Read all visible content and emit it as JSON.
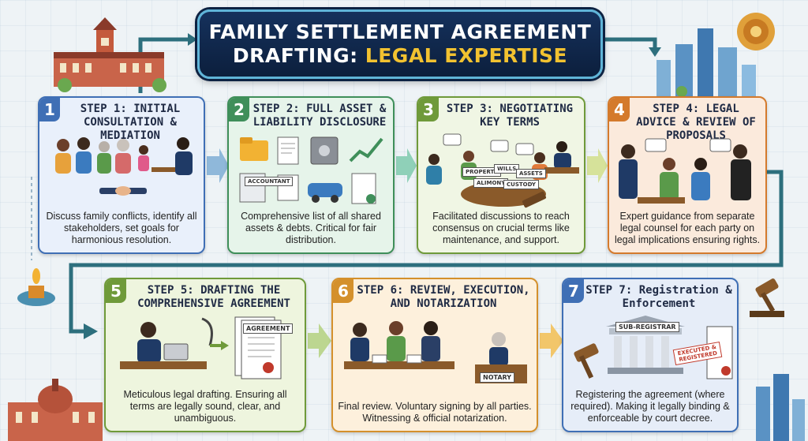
{
  "title": {
    "line1": "FAMILY SETTLEMENT AGREEMENT",
    "line2_white": "DRAFTING: ",
    "line2_gold": "LEGAL EXPERTISE"
  },
  "steps": [
    {
      "number": "1",
      "title": "STEP 1: INITIAL CONSULTATION & MEDIATION",
      "description": "Discuss family conflicts, identify all stakeholders, set goals for harmonious resolution."
    },
    {
      "number": "2",
      "title": "STEP 2: FULL ASSET & LIABILITY DISCLOSURE",
      "description": "Comprehensive list of all shared assets & debts. Critical for fair distribution."
    },
    {
      "number": "3",
      "title": "STEP 3: NEGOTIATING KEY TERMS",
      "description": "Facilitated discussions to reach consensus on crucial terms like maintenance, and support."
    },
    {
      "number": "4",
      "title": "STEP 4: LEGAL ADVICE & REVIEW OF PROPOSALS",
      "description": "Expert guidance from separate legal counsel for each party on legal implications ensuring rights."
    },
    {
      "number": "5",
      "title": "STEP 5: DRAFTING THE COMPREHENSIVE AGREEMENT",
      "description": "Meticulous legal drafting. Ensuring all terms are legally sound, clear, and unambiguous."
    },
    {
      "number": "6",
      "title": "STEP 6: REVIEW, EXECUTION, AND NOTARIZATION",
      "description": "Final review. Voluntary signing by all parties. Witnessing & official notarization."
    },
    {
      "number": "7",
      "title": "STEP 7: Registration & Enforcement",
      "description": "Registering the agreement (where required). Making it legally binding & enforceable by court decree."
    }
  ],
  "illustration_labels": {
    "accountant": "ACCOUNTANT",
    "property": "PROPERTY",
    "wills": "WILLS",
    "assets": "ASSETS",
    "alimony": "ALIMONY",
    "custody": "CUSTODY",
    "agreement": "AGREEMENT",
    "notary": "NOTARY",
    "sub_registrar": "SUB-REGISTRAR",
    "stamp": "EXECUTED & REGISTERED"
  },
  "colors": {
    "step1": "#3f6fb5",
    "step2": "#3f8f5a",
    "step3": "#6f9a3a",
    "step4": "#d47a2c",
    "step5": "#6f9a3a",
    "step6": "#d4902c",
    "step7": "#3f6fb5",
    "title_bg": "#15315c",
    "title_accent": "#f2c230"
  }
}
